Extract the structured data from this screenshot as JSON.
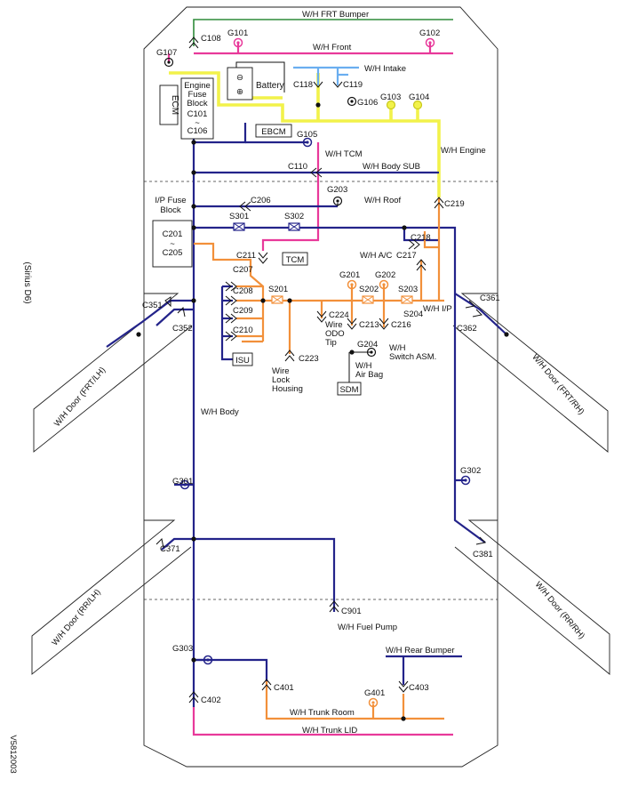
{
  "page": {
    "code": "V5812003",
    "vehicle": "(Sirius D6)"
  },
  "harnesses": {
    "frt_bumper": "W/H FRT Bumper",
    "front": "W/H Front",
    "intake": "W/H Intake",
    "engine": "W/H Engine",
    "tcm": "W/H TCM",
    "body_sub": "W/H Body SUB",
    "roof": "W/H Roof",
    "ac": "W/H A/C",
    "ip": "W/H I/P",
    "odo_tip": "Wire ODO Tip",
    "airbag": "W/H Air Bag",
    "switch_asm": "W/H Switch ASM.",
    "lock_housing": "Wire Lock Housing",
    "body": "W/H Body",
    "fuel_pump": "W/H Fuel Pump",
    "rear_bumper": "W/H Rear Bumper",
    "trunk_room": "W/H Trunk Room",
    "trunk_lid": "W/H Trunk LID",
    "door_frt_lh": "W/H Door (FRT/LH)",
    "door_frt_rh": "W/H Door (FRT/RH)",
    "door_rr_lh": "W/H Door (RR/LH)",
    "door_rr_rh": "W/H Door (RR/RH)"
  },
  "components": {
    "ecm": "ECM",
    "engine_fuse_block": "Engine Fuse Block",
    "battery": "Battery",
    "ebcm": "EBCM",
    "tcm": "TCM",
    "ip_fuse_block": "I/P Fuse Block",
    "isu": "ISU",
    "sdm": "SDM",
    "battery_minus": "⊖",
    "battery_plus": "⊕"
  },
  "connectors": {
    "c101_c106": [
      "C101",
      "~",
      "C106"
    ],
    "c201_c205": [
      "C201",
      "~",
      "C205"
    ],
    "c108": "C108",
    "c110": "C110",
    "c118": "C118",
    "c119": "C119",
    "c206": "C206",
    "c207": "C207",
    "c208": "C208",
    "c209": "C209",
    "c210": "C210",
    "c211": "C211",
    "c213": "C213",
    "c216": "C216",
    "c217": "C217",
    "c218": "C218",
    "c219": "C219",
    "c223": "C223",
    "c224": "C224",
    "c351": "C351",
    "c352": "C352",
    "c361": "C361",
    "c362": "C362",
    "c371": "C371",
    "c381": "C381",
    "c401": "C401",
    "c402": "C402",
    "c403": "C403",
    "c901": "C901"
  },
  "grounds": {
    "g101": "G101",
    "g102": "G102",
    "g103": "G103",
    "g104": "G104",
    "g105": "G105",
    "g106": "G106",
    "g107": "G107",
    "g201": "G201",
    "g202": "G202",
    "g203": "G203",
    "g204": "G204",
    "g301": "G301",
    "g302": "G302",
    "g303": "G303",
    "g401": "G401"
  },
  "splices": {
    "s201": "S201",
    "s202": "S202",
    "s203": "S203",
    "s204": "S204",
    "s301": "S301",
    "s302": "S302"
  },
  "colors": {
    "green": "#2e8b3a",
    "pink": "#e8399a",
    "yellow": "#f2f24a",
    "light_blue": "#6aaef0",
    "navy": "#23238a",
    "orange": "#f2903a"
  }
}
